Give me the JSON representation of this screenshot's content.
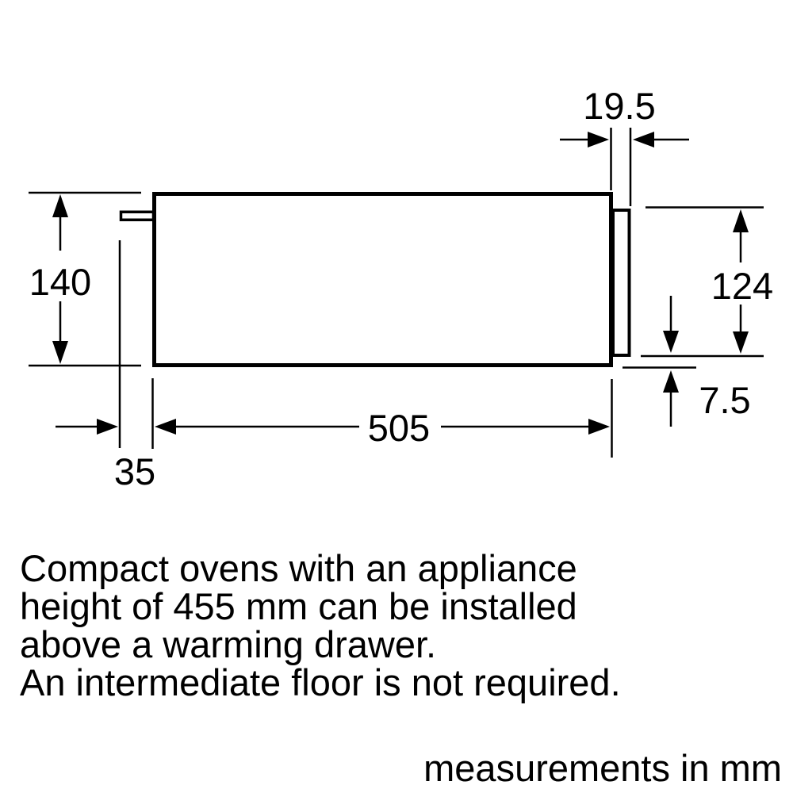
{
  "colors": {
    "ink": "#000000",
    "background": "#ffffff"
  },
  "diagram": {
    "description": "Side-view installation drawing of a warming drawer",
    "dimensions": {
      "top_gap": "19.5",
      "niche_height": "140",
      "front_panel_height": "124",
      "bottom_offset": "7.5",
      "depth": "505",
      "handle_protrusion": "35"
    }
  },
  "note": {
    "line1": "Compact ovens with an appliance",
    "line2": "height of 455 mm can be installed",
    "line3": "above a warming drawer.",
    "line4": "An intermediate floor is not required."
  },
  "footer": {
    "text": "measurements in mm"
  }
}
